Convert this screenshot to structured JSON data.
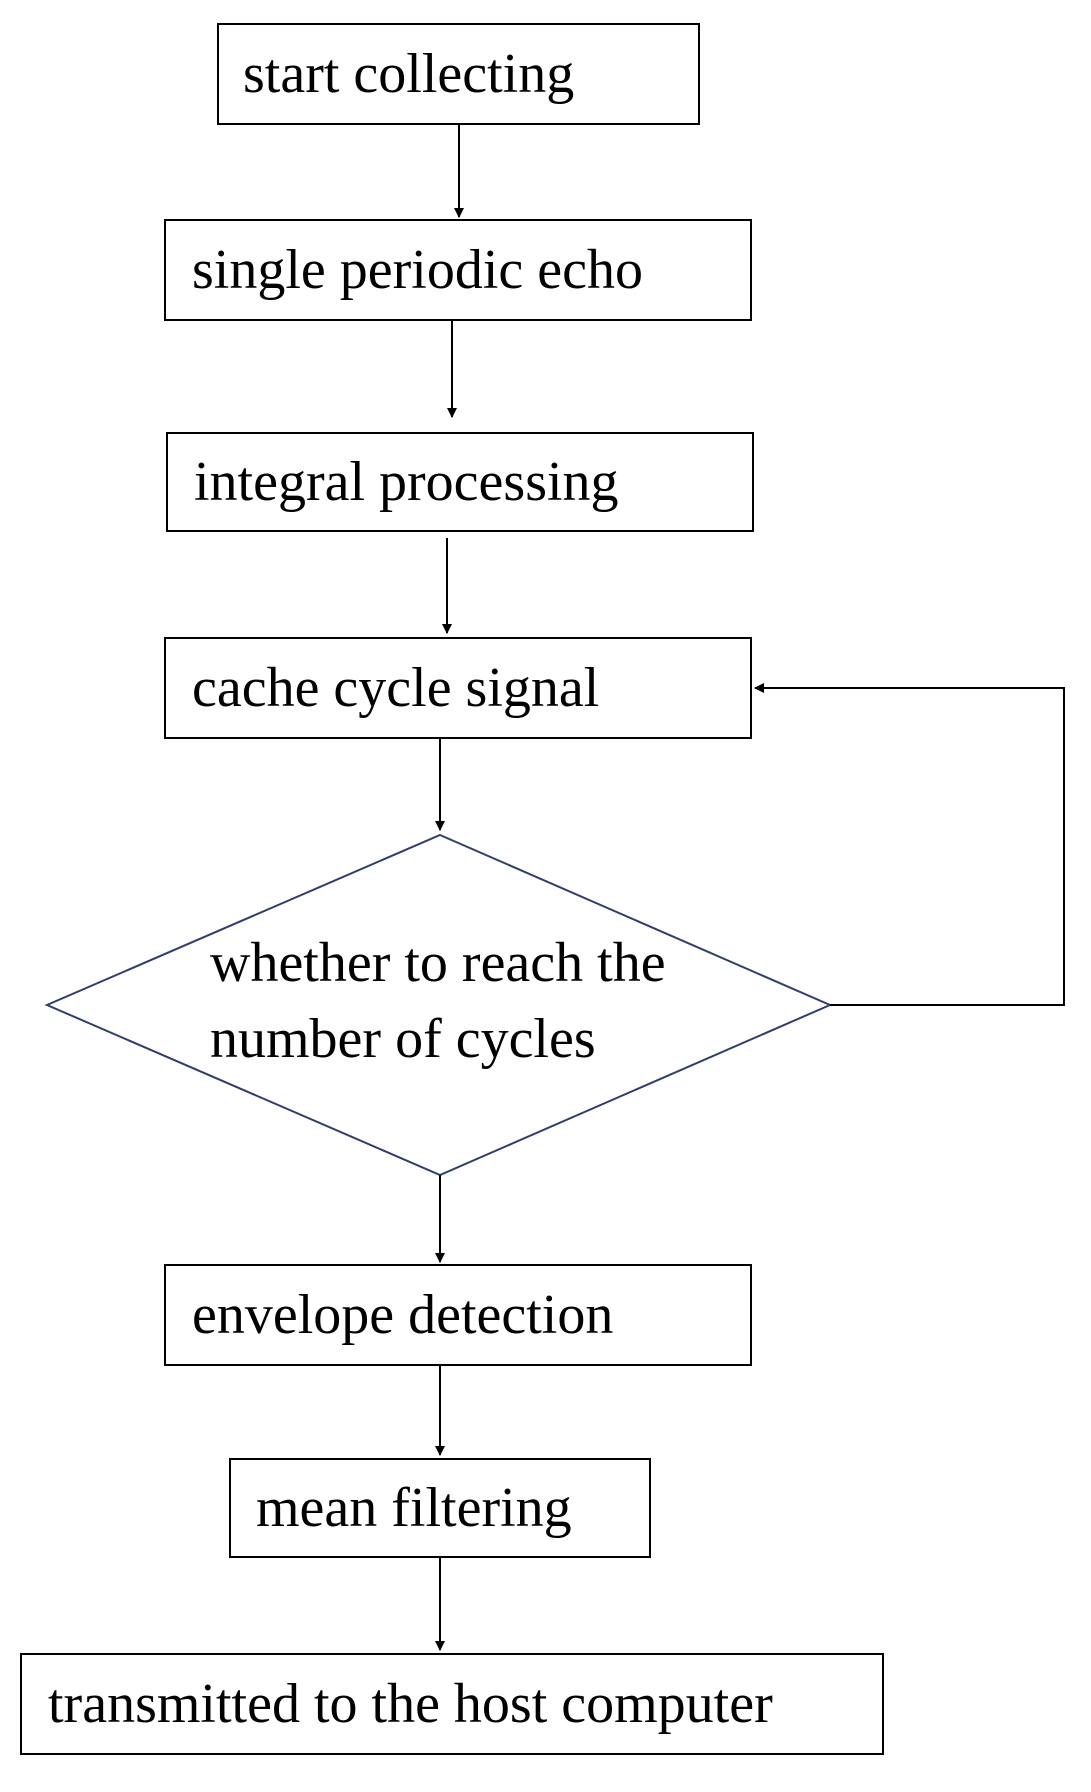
{
  "flowchart": {
    "steps": {
      "start": "start collecting",
      "single_echo": "single periodic echo",
      "integral": "integral processing",
      "cache": "cache cycle signal",
      "envelope": "envelope detection",
      "mean": "mean filtering",
      "host": "transmitted to the host computer"
    },
    "decision": {
      "line1": "whether to reach the",
      "line2": "number of cycles"
    }
  },
  "colors": {
    "box_border": "#000000",
    "diamond_border": "#2f3f6b",
    "arrow": "#000000"
  }
}
